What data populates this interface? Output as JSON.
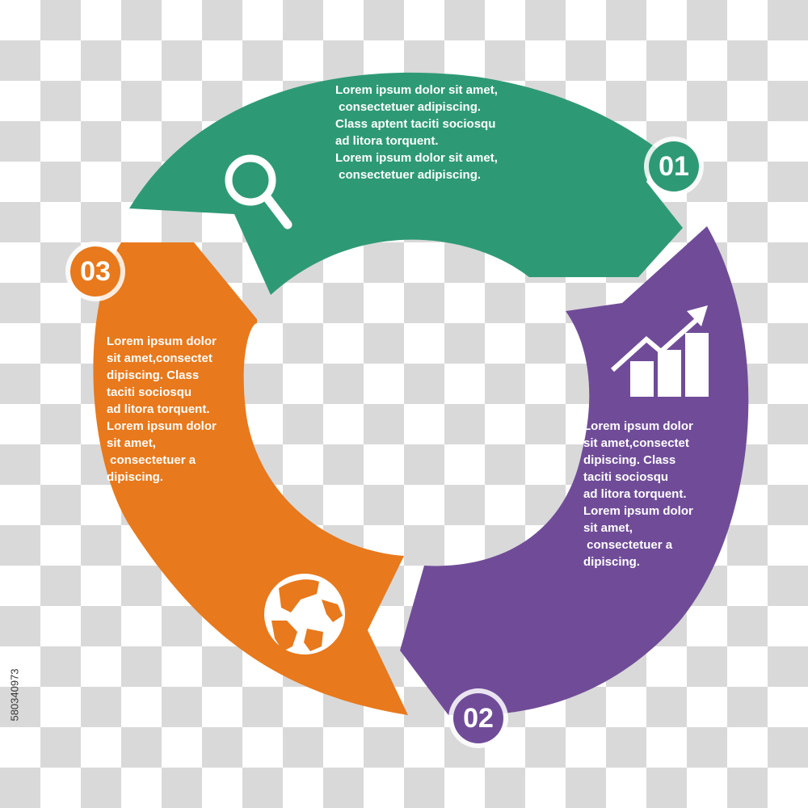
{
  "colors": {
    "green": "#2e9a75",
    "purple": "#704c98",
    "orange": "#e8791c",
    "text": "#ffffff"
  },
  "steps": [
    {
      "number": "01",
      "icon": "magnifier-icon",
      "text": "Lorem ipsum dolor sit amet,\n consectetuer adipiscing.\nClass aptent taciti sociosqu\nad litora torquent.\nLorem ipsum dolor sit amet,\n consectetuer adipiscing."
    },
    {
      "number": "02",
      "icon": "growth-chart-icon",
      "text": "Lorem ipsum dolor\nsit amet,consectet\ndipiscing. Class\ntaciti sociosqu\nad litora torquent.\nLorem ipsum dolor\nsit amet,\n consectetuer a\ndipiscing."
    },
    {
      "number": "03",
      "icon": "globe-icon",
      "text": "Lorem ipsum dolor\nsit amet,consectet\ndipiscing. Class\ntaciti sociosqu\nad litora torquent.\nLorem ipsum dolor\nsit amet,\n consectetuer a\ndipiscing."
    }
  ],
  "stock_id": "580340973"
}
